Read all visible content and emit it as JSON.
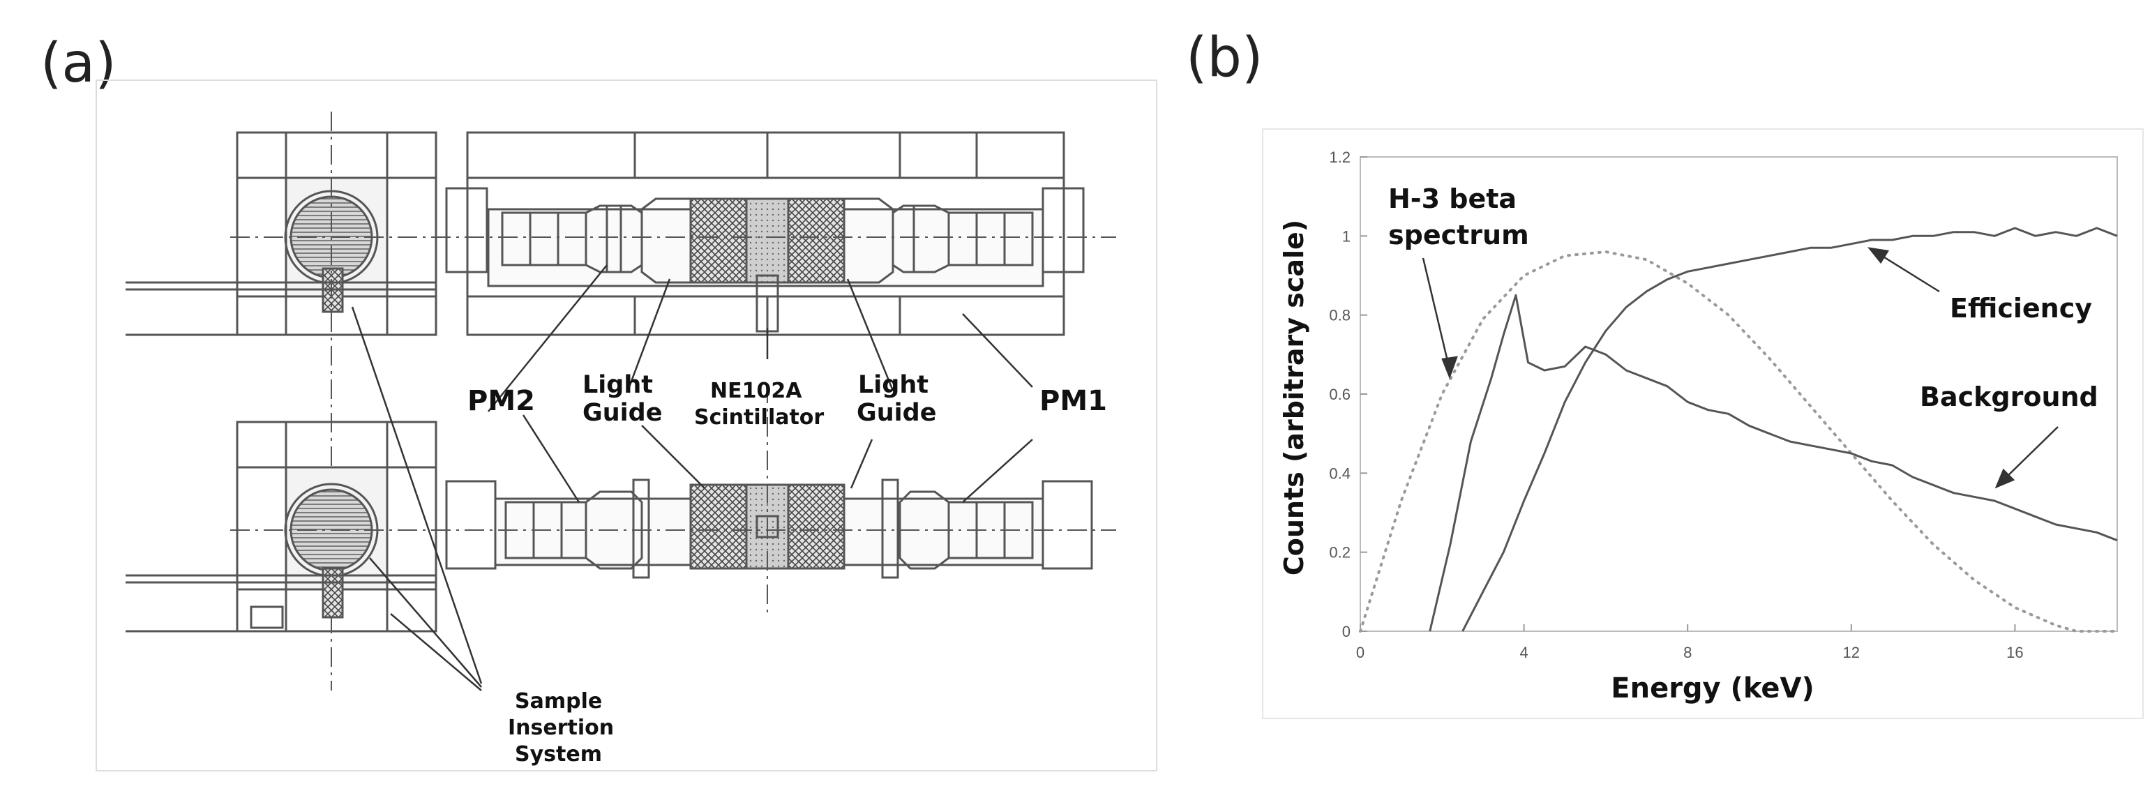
{
  "panels": {
    "a": {
      "label": "(a)",
      "annotations": {
        "pm2": "PM2",
        "light_guide_left": [
          "Light",
          "Guide"
        ],
        "scintillator": [
          "NE102A",
          "Scintillator"
        ],
        "light_guide_right": [
          "Light",
          "Guide"
        ],
        "pm1": "PM1",
        "sample_insertion": [
          "Sample",
          "Insertion",
          "System"
        ]
      }
    },
    "b": {
      "label": "(b)"
    }
  },
  "chart_data": {
    "type": "line",
    "xlabel": "Energy (keV)",
    "ylabel": "Counts (arbitrary scale)",
    "xlim": [
      0,
      18.5
    ],
    "ylim": [
      0,
      1.2
    ],
    "x_ticks": [
      0,
      4,
      8,
      12,
      16
    ],
    "y_ticks": [
      0,
      0.2,
      0.4,
      0.6,
      0.8,
      1,
      1.2
    ],
    "grid": false,
    "series": [
      {
        "name": "H-3 beta spectrum",
        "style": "dotted",
        "color": "#9a9a9a",
        "x": [
          0,
          1,
          2,
          3,
          4,
          5,
          6,
          7,
          8,
          9,
          10,
          11,
          12,
          13,
          14,
          15,
          16,
          17,
          17.5,
          18.5
        ],
        "y": [
          0,
          0.33,
          0.6,
          0.79,
          0.9,
          0.95,
          0.96,
          0.94,
          0.88,
          0.8,
          0.69,
          0.57,
          0.45,
          0.33,
          0.22,
          0.13,
          0.06,
          0.015,
          0.0,
          0.0
        ]
      },
      {
        "name": "Background",
        "style": "solid",
        "color": "#555555",
        "x": [
          1.7,
          2.2,
          2.7,
          3.2,
          3.5,
          3.8,
          4.1,
          4.5,
          5,
          5.5,
          6,
          6.5,
          7,
          7.5,
          8,
          8.5,
          9,
          9.5,
          10,
          10.5,
          11,
          11.5,
          12,
          12.5,
          13,
          13.5,
          14,
          14.5,
          15,
          15.5,
          16,
          16.5,
          17,
          17.5,
          18,
          18.5
        ],
        "y": [
          0,
          0.22,
          0.48,
          0.64,
          0.75,
          0.85,
          0.68,
          0.66,
          0.67,
          0.72,
          0.7,
          0.66,
          0.64,
          0.62,
          0.58,
          0.56,
          0.55,
          0.52,
          0.5,
          0.48,
          0.47,
          0.46,
          0.45,
          0.43,
          0.42,
          0.39,
          0.37,
          0.35,
          0.34,
          0.33,
          0.31,
          0.29,
          0.27,
          0.26,
          0.25,
          0.23
        ]
      },
      {
        "name": "Efficiency",
        "style": "solid",
        "color": "#555555",
        "x": [
          2.5,
          3,
          3.5,
          4,
          4.5,
          5,
          5.5,
          6,
          6.5,
          7,
          7.5,
          8,
          8.5,
          9,
          9.5,
          10,
          10.5,
          11,
          11.5,
          12,
          12.5,
          13,
          13.5,
          14,
          14.5,
          15,
          15.5,
          16,
          16.5,
          17,
          17.5,
          18,
          18.5
        ],
        "y": [
          0,
          0.1,
          0.2,
          0.33,
          0.45,
          0.58,
          0.68,
          0.76,
          0.82,
          0.86,
          0.89,
          0.91,
          0.92,
          0.93,
          0.94,
          0.95,
          0.96,
          0.97,
          0.97,
          0.98,
          0.99,
          0.99,
          1.0,
          1.0,
          1.01,
          1.01,
          1.0,
          1.02,
          1.0,
          1.01,
          1.0,
          1.02,
          1.0
        ]
      }
    ],
    "annotations": [
      {
        "text": [
          "H-3 beta",
          "spectrum"
        ],
        "target": "H-3 beta spectrum"
      },
      {
        "text": [
          "Efficiency"
        ],
        "target": "Efficiency"
      },
      {
        "text": [
          "Background"
        ],
        "target": "Background"
      }
    ]
  }
}
